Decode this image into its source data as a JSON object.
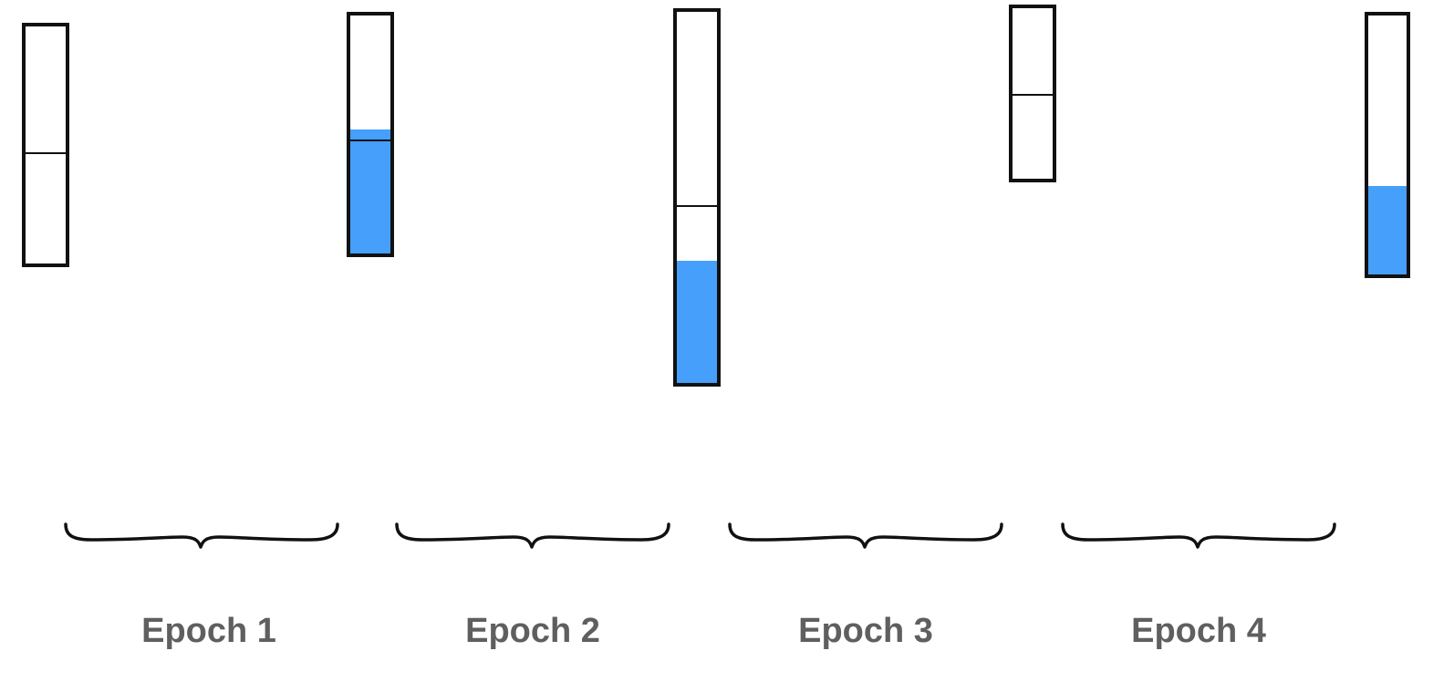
{
  "colors": {
    "fill": "#469ffa",
    "outline": "#111111",
    "label": "#5f5f5f"
  },
  "bars": [
    {
      "id": "bar-1",
      "fill_fraction": 0.0,
      "divider_fraction": 0.53
    },
    {
      "id": "bar-2",
      "fill_fraction": 0.52,
      "divider_fraction": 0.52
    },
    {
      "id": "bar-3",
      "fill_fraction": 0.33,
      "divider_fraction": 0.52
    },
    {
      "id": "bar-4",
      "fill_fraction": 0.0,
      "divider_fraction": 0.5
    },
    {
      "id": "bar-5",
      "fill_fraction": 0.34,
      "divider_fraction": null
    }
  ],
  "epochs": [
    {
      "label": "Epoch 1"
    },
    {
      "label": "Epoch 2"
    },
    {
      "label": "Epoch 3"
    },
    {
      "label": "Epoch 4"
    }
  ]
}
